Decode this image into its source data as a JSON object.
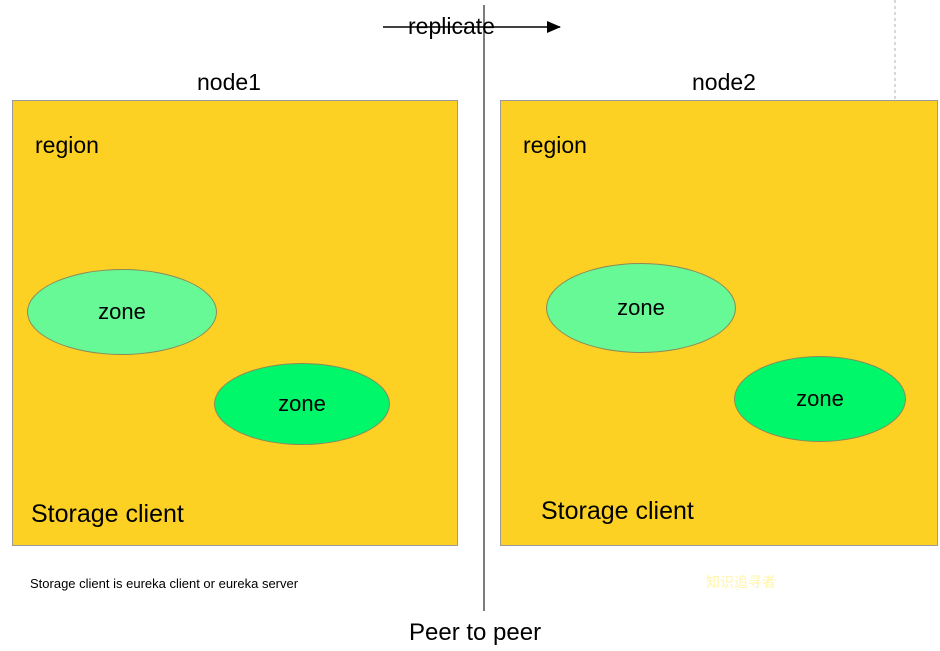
{
  "diagram": {
    "top_arrow_label": "replicate",
    "bottom_caption": "Peer to peer",
    "footnote": "Storage client is eureka client or eureka server",
    "watermark": "知识追寻者",
    "colors": {
      "region_fill": "#FDD124",
      "region_border": "#9a9a9a",
      "zone_light": "#66F995",
      "zone_dark": "#00F76A",
      "zone_border": "#8a8a5a",
      "arrow": "#000000",
      "divider": "#555555",
      "dotted_guide": "#cccccc",
      "watermark": "#FFF5A8",
      "background": "#ffffff"
    },
    "nodes": [
      {
        "id": "node1",
        "title": "node1",
        "region_label": "region",
        "zones": [
          {
            "label": "zone",
            "shade": "light"
          },
          {
            "label": "zone",
            "shade": "dark"
          }
        ],
        "storage_client": "Storage client"
      },
      {
        "id": "node2",
        "title": "node2",
        "region_label": "region",
        "zones": [
          {
            "label": "zone",
            "shade": "light"
          },
          {
            "label": "zone",
            "shade": "dark"
          }
        ],
        "storage_client": "Storage client"
      }
    ]
  }
}
